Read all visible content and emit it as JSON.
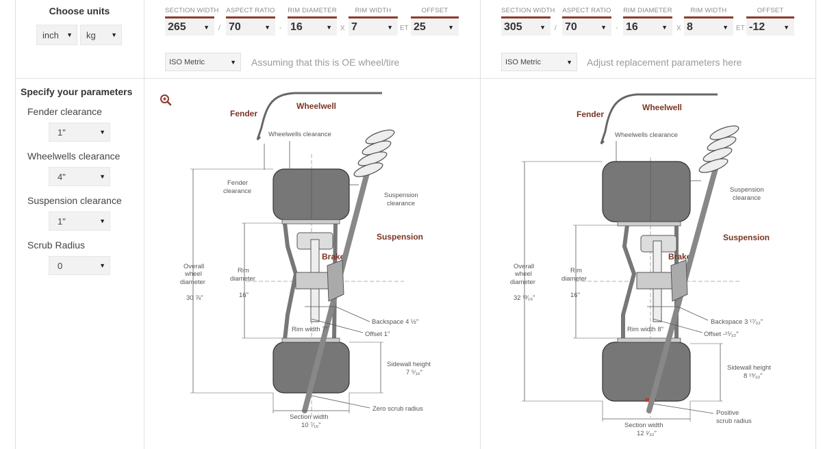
{
  "units": {
    "title": "Choose units",
    "length": "inch",
    "weight": "kg"
  },
  "params": {
    "title": "Specify your parameters",
    "fender": {
      "label": "Fender clearance",
      "value": "1\""
    },
    "wheelwells": {
      "label": "Wheelwells clearance",
      "value": "4\""
    },
    "suspension": {
      "label": "Suspension clearance",
      "value": "1\""
    },
    "scrub": {
      "label": "Scrub Radius",
      "value": "0"
    }
  },
  "field_labels": {
    "section_width": "SECTION WIDTH",
    "aspect_ratio": "ASPECT RATIO",
    "rim_diameter": "RIM DIAMETER",
    "rim_width": "RIM WIDTH",
    "offset": "OFFSET"
  },
  "separators": {
    "slash": "/",
    "dash": "-",
    "x": "X",
    "et": "ET"
  },
  "left_tire": {
    "section_width": "265",
    "aspect_ratio": "70",
    "rim_diameter": "16",
    "rim_width": "7",
    "offset": "25",
    "standard": "ISO Metric",
    "note": "Assuming that this is OE wheel/tire"
  },
  "right_tire": {
    "section_width": "305",
    "aspect_ratio": "70",
    "rim_diameter": "16",
    "rim_width": "8",
    "offset": "-12",
    "standard": "ISO Metric",
    "note": "Adjust replacement parameters here"
  },
  "diagram_labels": {
    "fender": "Fender",
    "wheelwell": "Wheelwell",
    "wheelwells_clearance": "Wheelwells clearance",
    "fender_clearance_1": "Fender",
    "fender_clearance_2": "clearance",
    "suspension_clearance_1": "Suspension",
    "suspension_clearance_2": "clearance",
    "suspension": "Suspension",
    "brake": "Brake",
    "overall_1": "Overall",
    "overall_2": "wheel",
    "overall_3": "diameter",
    "rim_diameter_1": "Rim",
    "rim_diameter_2": "diameter",
    "sidewall_height": "Sidewall height",
    "section_width": "Section width"
  },
  "left_diagram": {
    "overall_value": "30 ⅞\"",
    "rim_value": "16\"",
    "backspace": "Backspace 4 ½\"",
    "rim_width": "Rim width 7\"",
    "offset": "Offset 1\"",
    "sidewall_value": "7 ⁵⁄₁₆\"",
    "section_value": "10 ⁷⁄₁₆\"",
    "scrub": "Zero scrub radius"
  },
  "right_diagram": {
    "overall_value": "32 ¹³⁄₁₆\"",
    "rim_value": "16\"",
    "backspace": "Backspace 3 ¹⁷⁄₃₂\"",
    "rim_width": "Rim width 8\"",
    "offset": "Offset -¹⁵⁄₃₂\"",
    "sidewall_value": "8 ¹⁹⁄₃₂\"",
    "section_value": "12 ¹⁄₃₂\"",
    "scrub_1": "Positive",
    "scrub_2": "scrub radius"
  },
  "colors": {
    "accent": "#8c3b2c",
    "tire": "#777777",
    "label_red": "#7a3424"
  }
}
